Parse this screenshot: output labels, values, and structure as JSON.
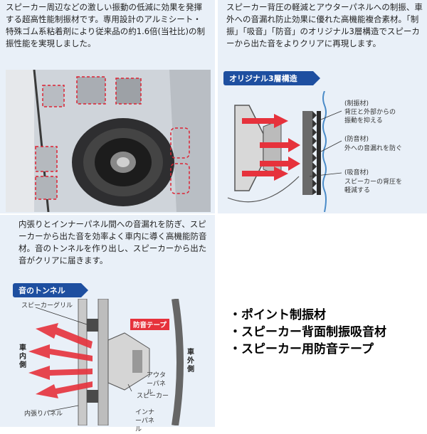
{
  "top_left": {
    "description": "スピーカー周辺などの激しい振動の低減に効果を発揮する超高性能制振材です。専用設計のアルミシート・特殊ゴム系粘着剤により従来品の約1.6倍(当社比)の制振性能を実現しました。"
  },
  "top_right": {
    "description": "スピーカー背圧の軽減とアウターパネルへの制振、車外への音漏れ防止効果に優れた高機能複合素材。「制振」「吸音」「防音」のオリジナル3層構造でスピーカーから出た音をよりクリアに再現します。",
    "diagram_title": "オリジナル3層構造",
    "layers": [
      {
        "name": "(制振材)",
        "desc1": "背圧と外部からの",
        "desc2": "振動を抑える"
      },
      {
        "name": "(防音材)",
        "desc1": "外への音漏れを防ぐ",
        "desc2": ""
      },
      {
        "name": "(吸音材)",
        "desc1": "スピーカーの背圧を",
        "desc2": "軽減する"
      }
    ]
  },
  "bottom_left": {
    "description": "内張りとインナーパネル間への音漏れを防ぎ、スピーカーから出た音を効率よく車内に導く高機能防音材。音のトンネルを作り出し、スピーカーから出た音がクリアに届きます。",
    "diagram_title": "音のトンネル",
    "labels": {
      "grille": "スピーカーグリル",
      "tape": "防音テープ",
      "interior": "車内側",
      "exterior": "車外側",
      "outer_panel": "アウターパネル",
      "speaker": "スピーカー",
      "trim_panel": "内張りパネル",
      "inner_panel": "インナーパネル"
    }
  },
  "features": [
    "・ポイント制振材",
    "・スピーカー背面制振吸音材",
    "・スピーカー用防音テープ"
  ],
  "colors": {
    "panel": "#e9f0f8",
    "accent_blue": "#1e4fa0",
    "red": "#e6323c"
  }
}
